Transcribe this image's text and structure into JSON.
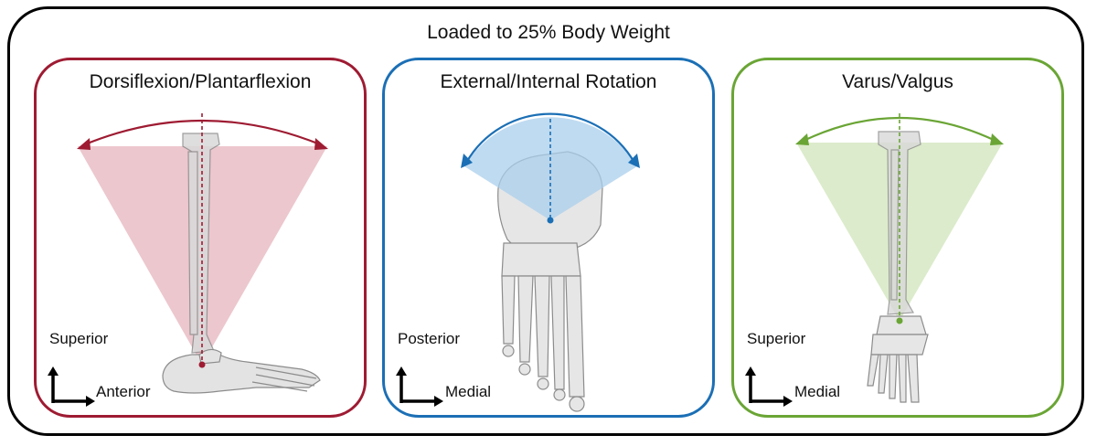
{
  "figure": {
    "title": "Loaded to 25% Body Weight"
  },
  "panels": [
    {
      "title": "Dorsiflexion/Plantarflexion",
      "axis_y": "Superior",
      "axis_x": "Anterior",
      "color": "#9e1b32",
      "fill": "#e7b9c0"
    },
    {
      "title": "External/Internal Rotation",
      "axis_y": "Posterior",
      "axis_x": "Medial",
      "color": "#1b6fb5",
      "fill": "#a9cfec"
    },
    {
      "title": "Varus/Valgus",
      "axis_y": "Superior",
      "axis_x": "Medial",
      "color": "#6aa535",
      "fill": "#d6e8c2"
    }
  ]
}
